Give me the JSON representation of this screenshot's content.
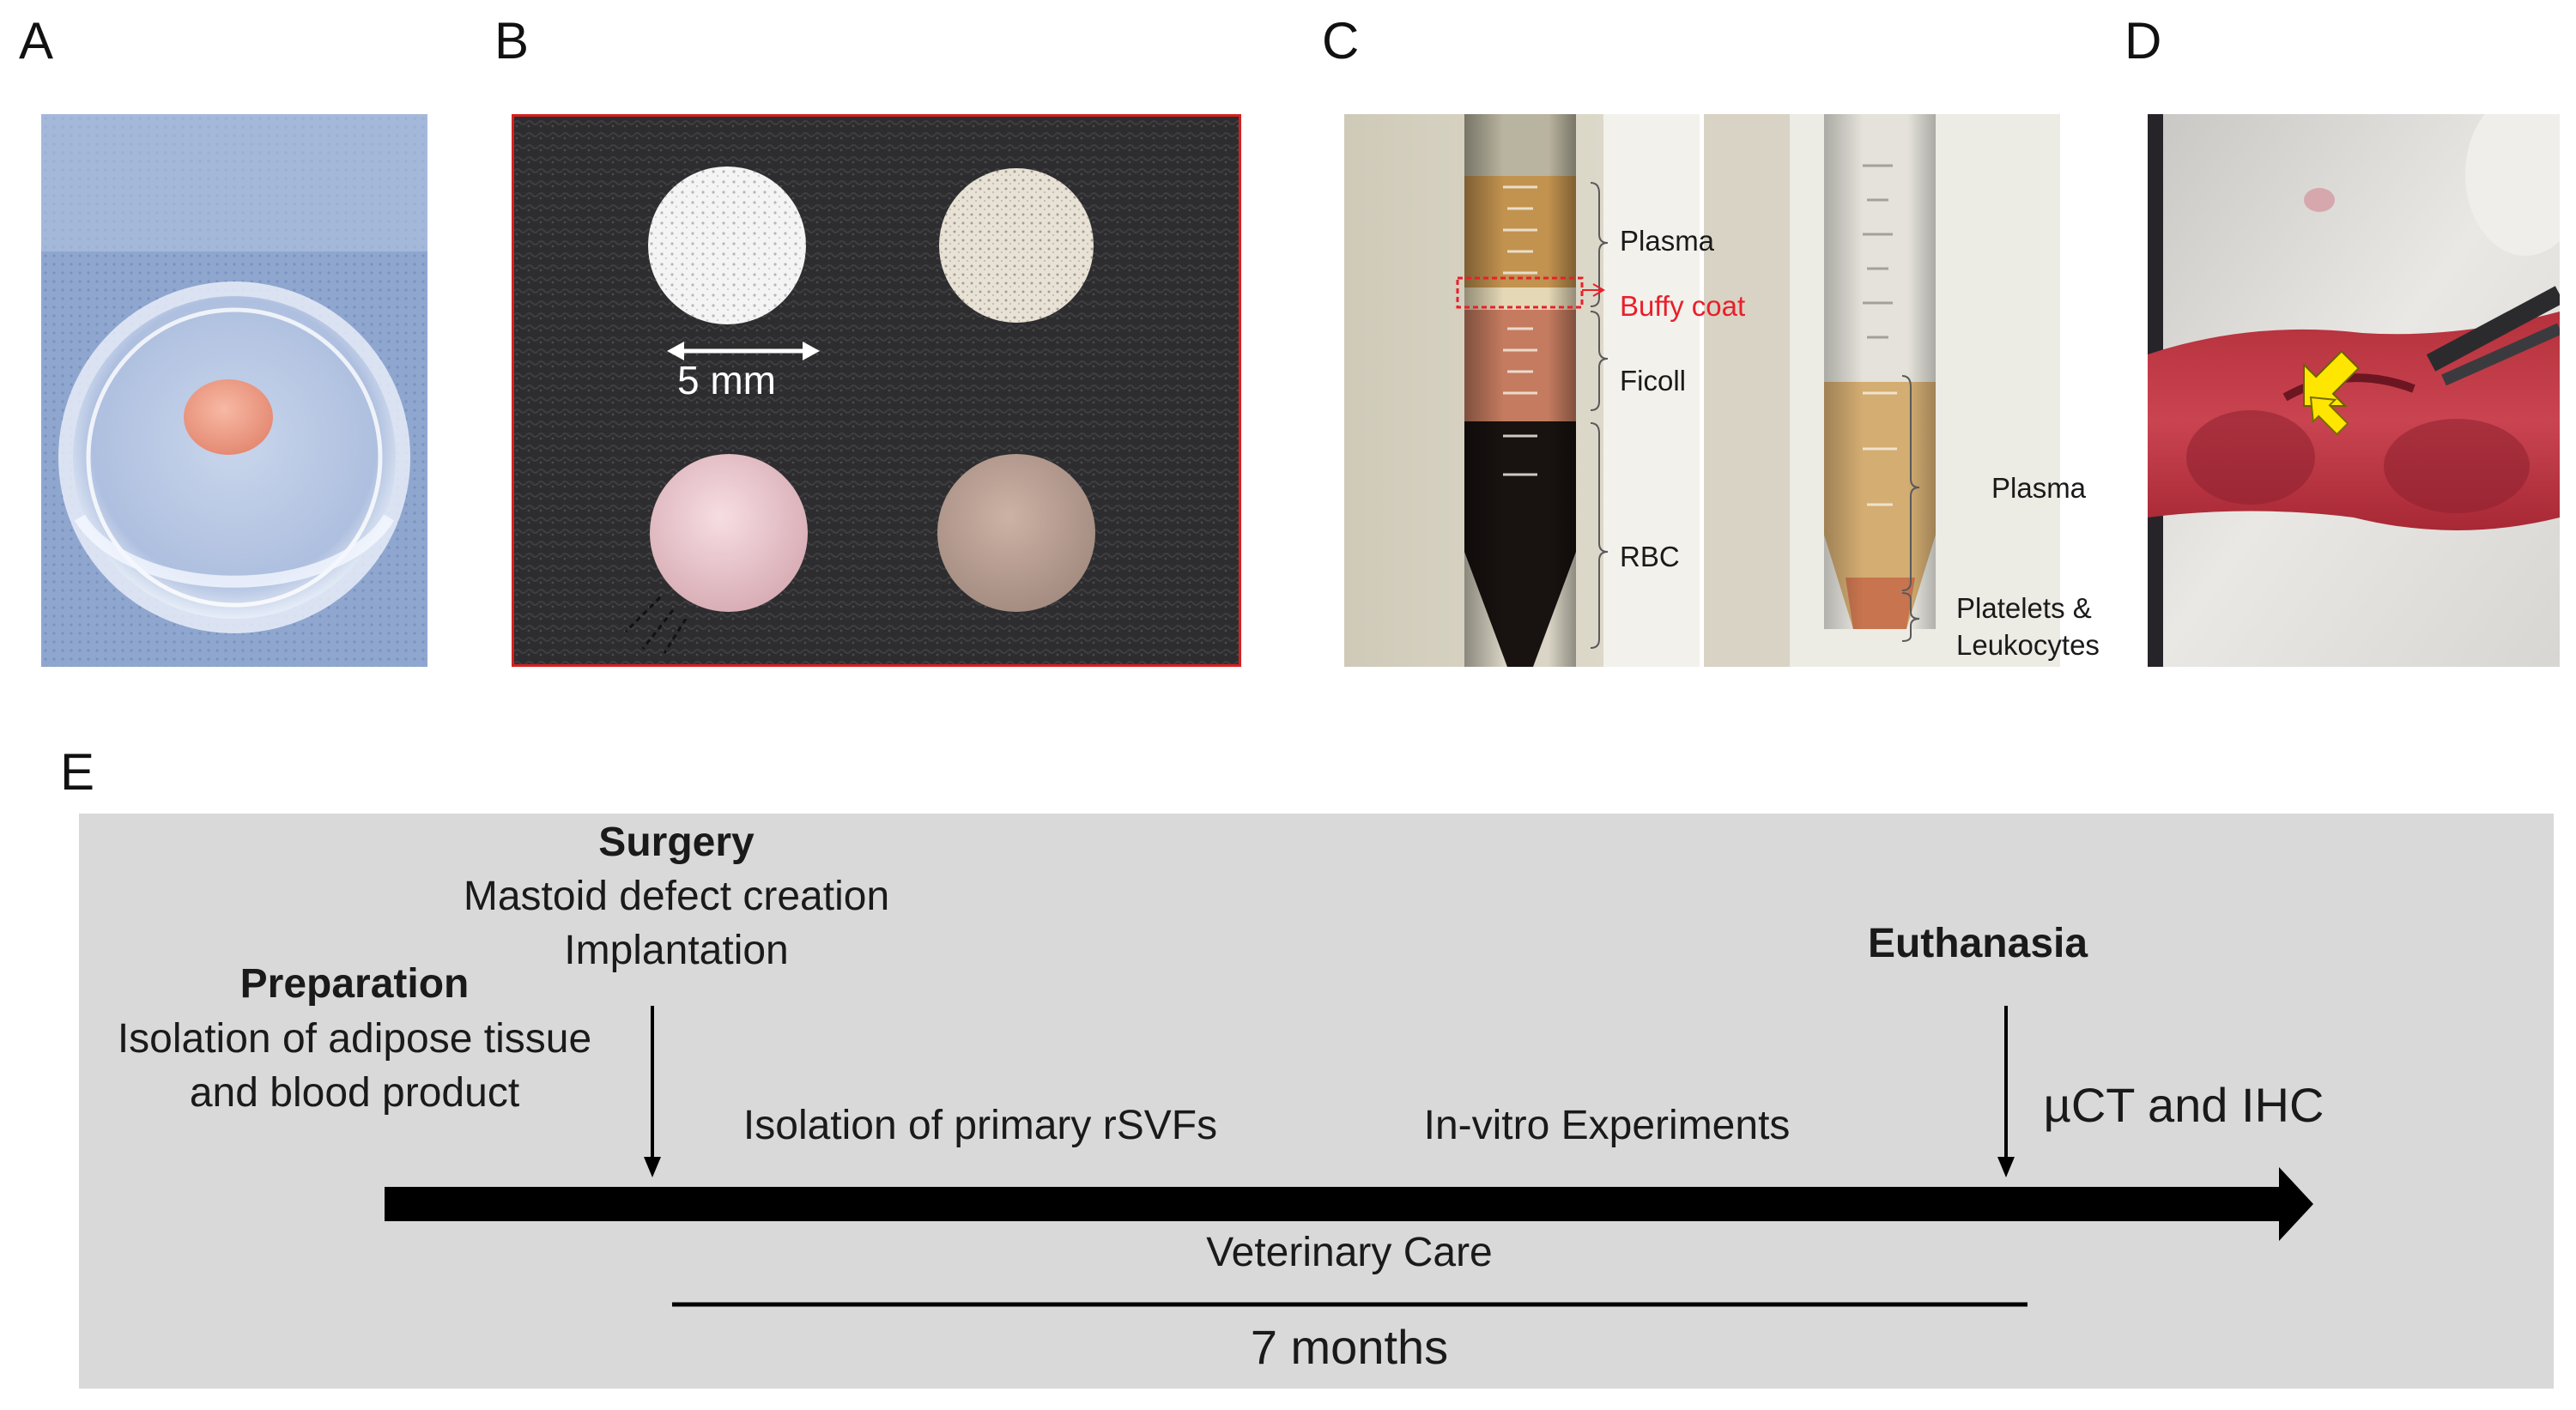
{
  "panels": {
    "a": {
      "letter": "A"
    },
    "b": {
      "letter": "B",
      "scale_label": "5 mm"
    },
    "c": {
      "letter": "C",
      "left_tube": {
        "plasma": "Plasma",
        "buffy": "Buffy coat",
        "ficoll": "Ficoll",
        "rbc": "RBC"
      },
      "right_tube": {
        "plasma": "Plasma",
        "platelets_line1": "Platelets &",
        "platelets_line2": "Leukocytes"
      }
    },
    "d": {
      "letter": "D"
    }
  },
  "timeline": {
    "letter": "E",
    "preparation": {
      "title": "Preparation",
      "line1": "Isolation of adipose tissue",
      "line2": "and blood product"
    },
    "surgery": {
      "title": "Surgery",
      "line1": "Mastoid defect creation",
      "line2": "Implantation"
    },
    "mid_left": "Isolation of primary rSVFs",
    "mid_right": "In-vitro Experiments",
    "euthanasia": "Euthanasia",
    "post": "µCT and IHC",
    "care": "Veterinary Care",
    "duration": "7 months"
  },
  "colors": {
    "timeline_bg": "#d9d9d9",
    "buffy_red": "#e8202a",
    "arrow_yellow": "#ffe600",
    "frame_red": "#d62020"
  }
}
